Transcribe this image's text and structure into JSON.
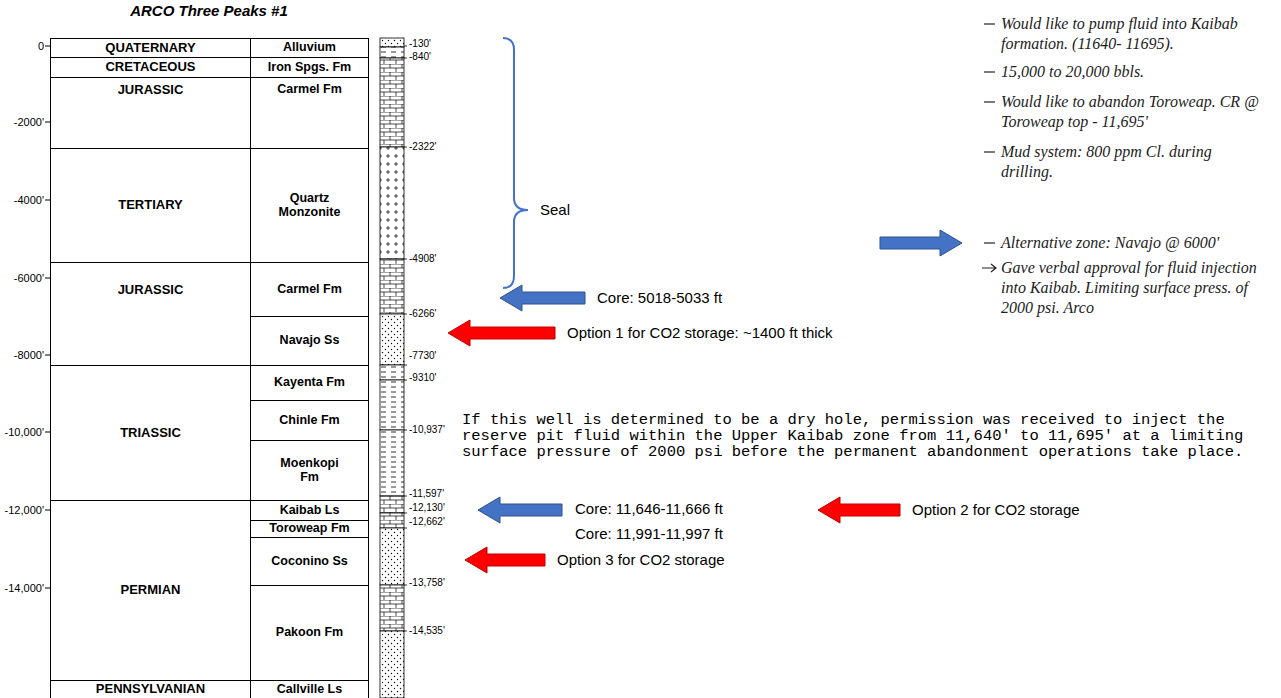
{
  "diagram": {
    "title": "ARCO Three Peaks #1",
    "nodes": [
      {
        "text": [
          "QUATERNARY"
        ]
      },
      {
        "text": [
          "Alluvium"
        ]
      },
      {
        "text": [
          "CRETACEOUS"
        ]
      },
      {
        "text": [
          "Iron Spgs. Fm"
        ]
      },
      {
        "text": [
          "JURASSIC"
        ]
      },
      {
        "text": [
          "Carmel Fm"
        ]
      },
      {
        "text": [
          "TERTIARY"
        ]
      },
      {
        "text": [
          "Quartz Monzonite"
        ]
      },
      {
        "text": [
          "JURASSIC"
        ]
      },
      {
        "text": [
          "Carmel Fm"
        ]
      },
      {
        "text": [
          "Navajo Ss"
        ]
      },
      {
        "text": [
          "TRIASSIC"
        ]
      },
      {
        "text": [
          "Kayenta Fm"
        ]
      },
      {
        "text": [
          "Chinle Fm"
        ]
      },
      {
        "text": [
          "Moenkopi Fm"
        ]
      },
      {
        "text": [
          "PERMIAN"
        ]
      },
      {
        "text": [
          "Kaibab Ls"
        ]
      },
      {
        "text": [
          "Toroweap Fm"
        ]
      },
      {
        "text": [
          "Coconino Ss"
        ]
      },
      {
        "text": [
          "Pakoon Fm"
        ]
      },
      {
        "text": [
          "PENNSYLVANIAN"
        ]
      },
      {
        "text": [
          "Callville Ls"
        ]
      }
    ],
    "labels": [
      "0",
      "-2000'",
      "-4000'",
      "-6000'",
      "-8000'",
      "-10,000'",
      "-12,000'",
      "-14,000'",
      "-130'",
      "-840'",
      "-2322'",
      "-4908'",
      "-6266'",
      "-7730'",
      "-9310'",
      "-10,937'",
      "-11,597'",
      "-12,130'",
      "-12,662'",
      "-13,758'",
      "-14,535'",
      "Seal",
      "Core: 5018-5033 ft",
      "Option 1 for CO2 storage: ~1400 ft thick",
      "Core: 11,646-11,666 ft",
      "Core: 11,991-11,997 ft",
      "Option 2 for CO2 storage",
      "Option 3 for CO2 storage",
      "If this well is determined to be a dry hole, permission was received to inject the reserve pit fluid within the Upper Kaibab zone from 11,640' to 11,695' at a limiting surface pressure of 2000 psi before the permanent abandonment operations take place.",
      "Would like to pump fluid into Kaibab formation. (11640- 11695).",
      "15,000 to 20,000 bbls.",
      "Would like to abandon Toroweap. CR @ Toroweap top - 11,695'",
      "Mud system: 800 ppm Cl. during drilling.",
      "Alternative zone: Navajo @ 6000'",
      "Gave verbal approval for fluid injection into Kaibab. Limiting surface press. of 2000 psi. Arco"
    ]
  }
}
